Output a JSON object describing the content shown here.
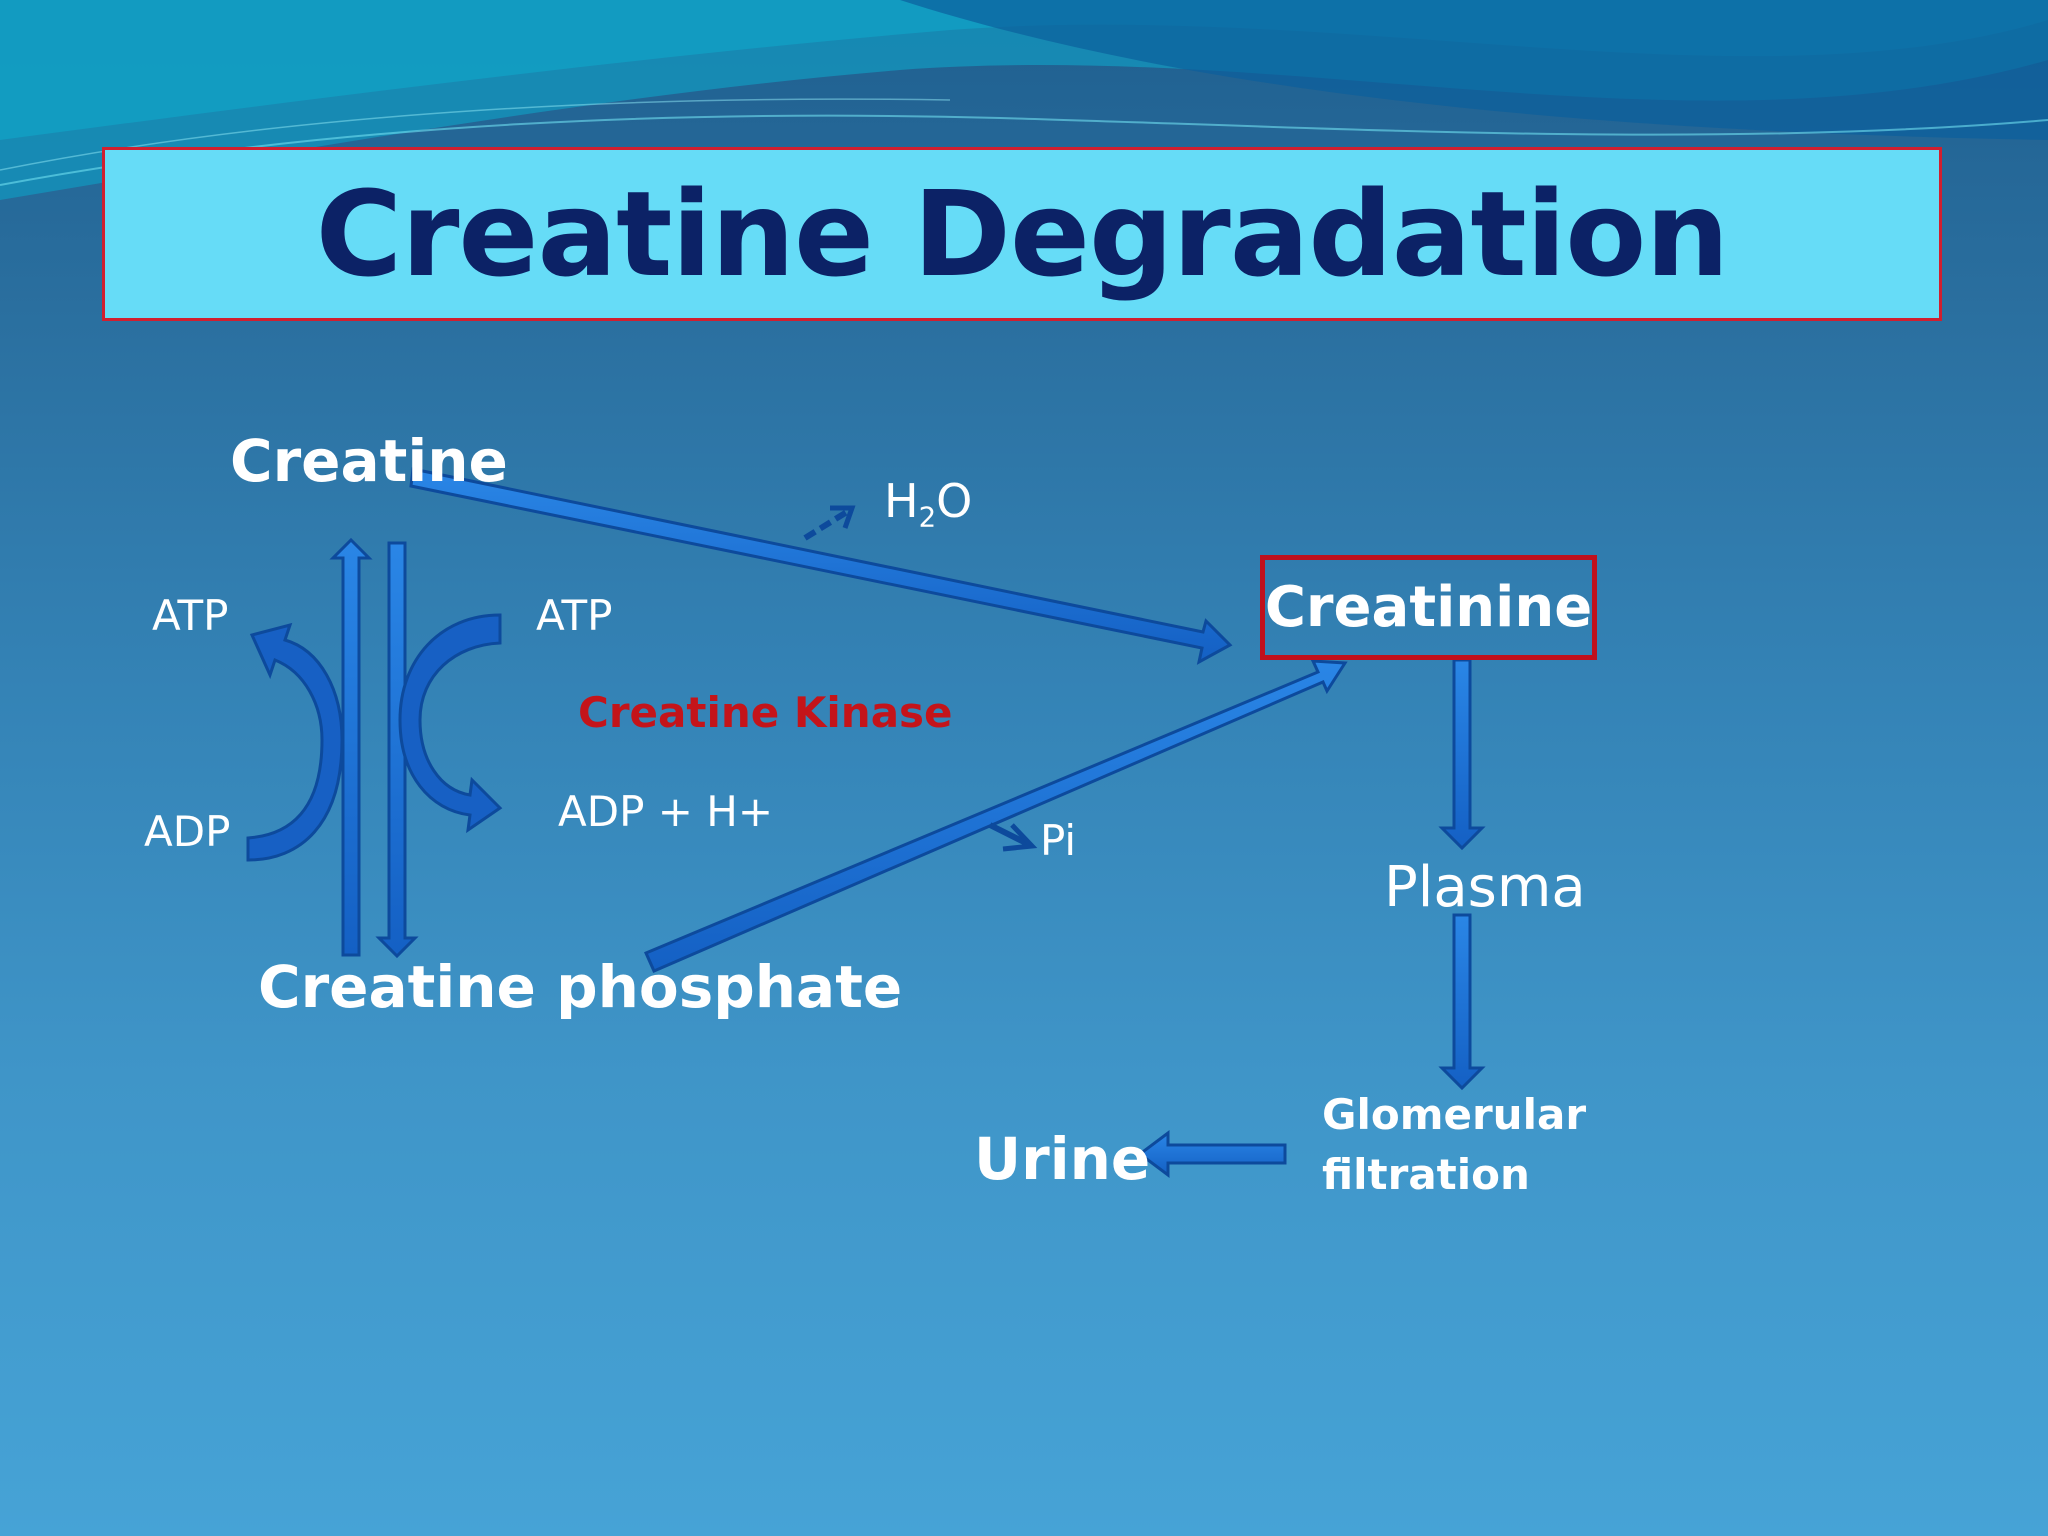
{
  "slide": {
    "title": "Creatine Degradation"
  },
  "diagram": {
    "creatine": "Creatine",
    "creatine_phosphate": "Creatine phosphate",
    "creatinine": "Creatinine",
    "plasma": "Plasma",
    "glomerular_line1": "Glomerular",
    "glomerular_line2": "filtration",
    "urine": "Urine",
    "water_h": "H",
    "water_sub": "2",
    "water_o": "O",
    "pi": "Pi",
    "atp_left": "ATP",
    "adp_left": "ADP",
    "atp_right": "ATP",
    "adp_right": "ADP + H+",
    "enzyme": "Creatine Kinase"
  },
  "colors": {
    "title_bg": "#66dcf7",
    "title_border": "#d11f2f",
    "title_text": "#0c2266",
    "arrow_fill": "#1a6fd6",
    "arrow_stroke": "#0d4a9c",
    "enzyme_text": "#c4141a",
    "creatinine_border": "#c0101c"
  }
}
